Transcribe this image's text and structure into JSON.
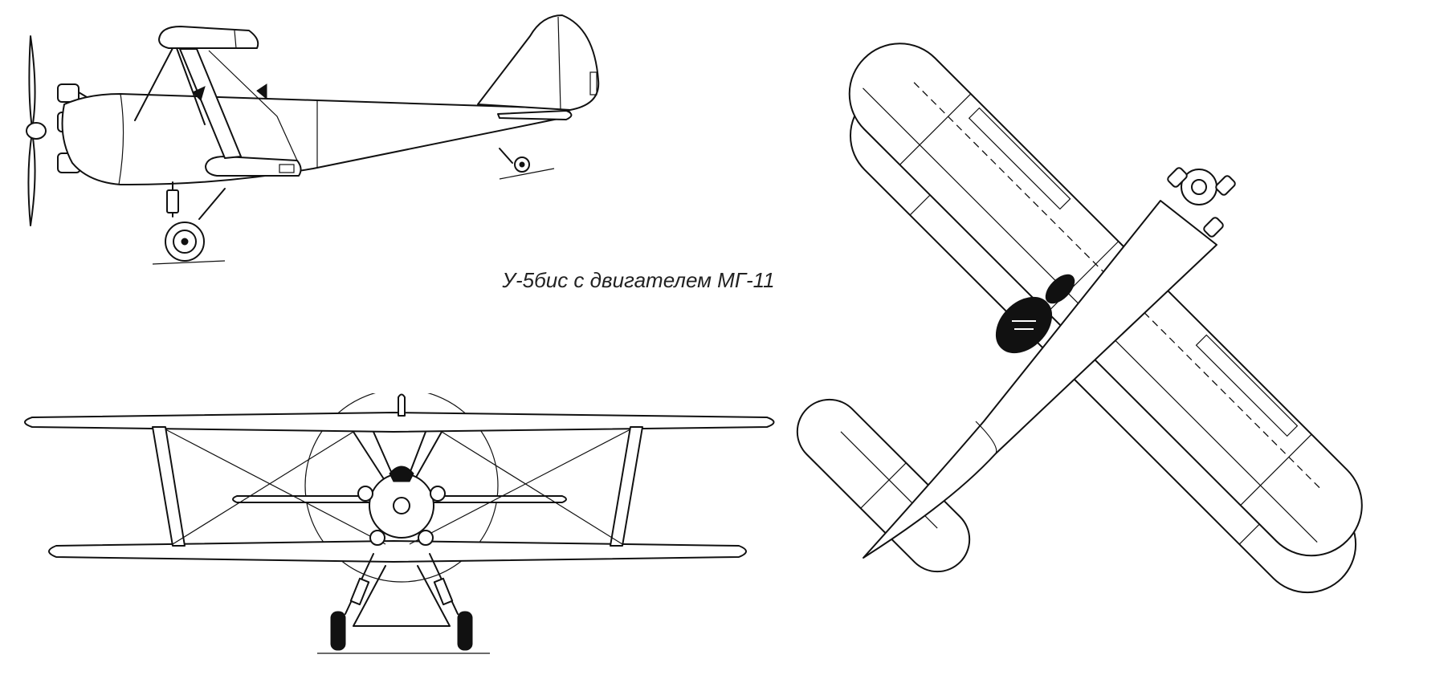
{
  "caption": "У-5бис с двигателем МГ-11",
  "views": [
    {
      "id": "side",
      "name": "side-view",
      "icon": "biplane-side-view-icon"
    },
    {
      "id": "front",
      "name": "front-view",
      "icon": "biplane-front-view-icon"
    },
    {
      "id": "top",
      "name": "top-view",
      "icon": "biplane-top-view-icon"
    }
  ],
  "colors": {
    "line": "#111111",
    "background": "#ffffff",
    "caption": "#222222"
  }
}
